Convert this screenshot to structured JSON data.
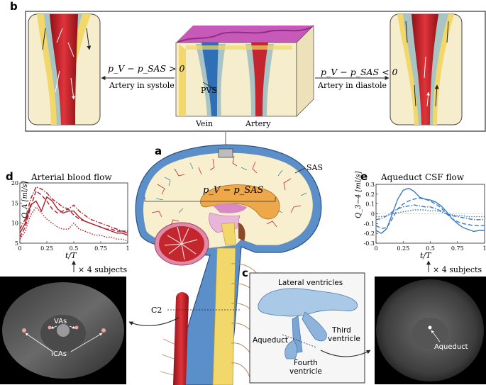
{
  "panels": {
    "a": "a",
    "b": "b",
    "c": "c",
    "d": "d",
    "e": "e"
  },
  "panel_b": {
    "left_eq": "p_V − p_SAS > 0",
    "left_caption": "Artery in systole",
    "right_eq": "p_V − p_SAS < 0",
    "right_caption": "Artery in diastole",
    "pvs_label": "PVS",
    "vein_label": "Vein",
    "artery_label": "Artery"
  },
  "panel_a": {
    "sas_label": "SAS",
    "pressure_label": "p_V − p_SAS",
    "c2_label": "C2"
  },
  "panel_c": {
    "lateral_ventricles": "Lateral ventricles",
    "aqueduct": "Aqueduct",
    "third_ventricle_1": "Third",
    "third_ventricle_2": "ventricle",
    "fourth_ventricle_1": "Fourth",
    "fourth_ventricle_2": "ventricle"
  },
  "panel_d": {
    "title": "Arterial blood flow",
    "subjects_label": "× 4 subjects",
    "mri_labels": {
      "vas": "VAs",
      "icas": "ICAs"
    }
  },
  "panel_e": {
    "title": "Aqueduct CSF flow",
    "subjects_label": "× 4 subjects",
    "mri_label": "Aqueduct"
  },
  "colors": {
    "artery_red": "#c4262e",
    "vein_blue": "#2f6fb5",
    "csf_blue": "#5b8fc9",
    "brain_cream": "#f8efcf",
    "tissue_yellow": "#f2d86a",
    "pvs_teal": "#a9c4c4",
    "plot_red": "#b01e2a",
    "plot_blue": "#3a7ac6"
  },
  "chart_data": [
    {
      "id": "d",
      "type": "line",
      "title": "Arterial blood flow",
      "xlabel": "t/T",
      "ylabel": "Q_A [ml/s]",
      "xlim": [
        0,
        1
      ],
      "ylim": [
        5,
        20
      ],
      "xticks": [
        0,
        0.25,
        0.5,
        0.75,
        1
      ],
      "yticks": [
        5,
        10,
        15,
        20
      ],
      "grid": false,
      "x": [
        0,
        0.05,
        0.1,
        0.15,
        0.2,
        0.25,
        0.3,
        0.35,
        0.4,
        0.45,
        0.5,
        0.55,
        0.6,
        0.65,
        0.7,
        0.75,
        0.8,
        0.85,
        0.9,
        0.95,
        1.0
      ],
      "series": [
        {
          "style": "solid",
          "values": [
            7.5,
            10,
            14.5,
            15.5,
            13,
            16.5,
            15.5,
            13.5,
            12.5,
            13,
            13,
            11.5,
            10.5,
            10,
            9.5,
            9,
            8.5,
            8,
            7.5,
            7.5,
            7
          ]
        },
        {
          "style": "dashed",
          "values": [
            6.5,
            9,
            14,
            18,
            17,
            15.5,
            13.5,
            12.5,
            13,
            13.5,
            12,
            11,
            10.5,
            10,
            9.5,
            9,
            8.5,
            8.5,
            8,
            8,
            7.5
          ]
        },
        {
          "style": "dashdot",
          "values": [
            8.5,
            11,
            16,
            19,
            18.5,
            17.5,
            16,
            15,
            14,
            13.5,
            14.5,
            13,
            12,
            11,
            10.5,
            10,
            9.5,
            9,
            8.5,
            8,
            8
          ]
        },
        {
          "style": "dotted",
          "values": [
            6,
            8,
            12,
            14,
            12.5,
            11,
            10,
            9,
            8.5,
            8.5,
            10,
            8.5,
            8,
            7.5,
            7,
            7,
            6.5,
            6.5,
            6,
            6,
            5.5
          ]
        }
      ]
    },
    {
      "id": "e",
      "type": "line",
      "title": "Aqueduct CSF flow",
      "xlabel": "t/T",
      "ylabel": "Q_3−4 [ml/s]",
      "xlim": [
        0,
        1
      ],
      "ylim": [
        -0.3,
        0.3
      ],
      "xticks": [
        0,
        0.25,
        0.5,
        0.75,
        1
      ],
      "yticks": [
        -0.3,
        -0.2,
        -0.1,
        0,
        0.1,
        0.2,
        0.3
      ],
      "grid": false,
      "x": [
        0,
        0.05,
        0.1,
        0.15,
        0.2,
        0.25,
        0.3,
        0.35,
        0.4,
        0.45,
        0.5,
        0.55,
        0.6,
        0.65,
        0.7,
        0.75,
        0.8,
        0.85,
        0.9,
        0.95,
        1.0
      ],
      "series": [
        {
          "style": "solid",
          "values": [
            -0.17,
            -0.2,
            -0.15,
            0.0,
            0.15,
            0.24,
            0.26,
            0.23,
            0.17,
            0.15,
            0.14,
            0.12,
            0.08,
            0.02,
            -0.05,
            -0.1,
            -0.14,
            -0.16,
            -0.18,
            -0.17,
            -0.17
          ]
        },
        {
          "style": "dashed",
          "values": [
            -0.12,
            -0.15,
            -0.14,
            -0.05,
            0.05,
            0.1,
            0.13,
            0.15,
            0.16,
            0.15,
            0.13,
            0.1,
            0.06,
            0.0,
            -0.05,
            -0.08,
            -0.1,
            -0.11,
            -0.12,
            -0.12,
            -0.12
          ]
        },
        {
          "style": "dashdot",
          "values": [
            -0.06,
            -0.05,
            -0.02,
            0.02,
            0.05,
            0.07,
            0.08,
            0.09,
            0.08,
            0.07,
            0.07,
            0.05,
            0.03,
            0.0,
            -0.02,
            -0.03,
            -0.04,
            -0.05,
            -0.06,
            -0.06,
            -0.06
          ]
        },
        {
          "style": "dotted",
          "values": [
            -0.03,
            -0.03,
            -0.02,
            0.0,
            0.01,
            0.02,
            0.03,
            0.04,
            0.04,
            0.04,
            0.03,
            0.03,
            0.02,
            0.0,
            -0.01,
            -0.02,
            -0.02,
            -0.03,
            -0.03,
            -0.03,
            -0.03
          ]
        }
      ]
    }
  ]
}
